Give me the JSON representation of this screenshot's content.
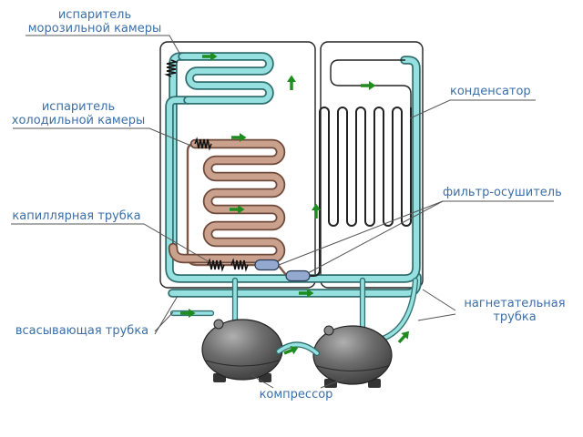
{
  "diagram": {
    "name": "refrigerator-refrigeration-circuit",
    "labels": {
      "freezer_evaporator": {
        "line1": "испаритель",
        "line2": "морозильной камеры"
      },
      "fridge_evaporator": {
        "line1": "испаритель",
        "line2": "холодильной камеры"
      },
      "capillary_tube": "капиллярная трубка",
      "suction_tube": "всасывающая трубка",
      "compressor": "компрессор",
      "condenser": "конденсатор",
      "filter_drier": "фильтр-осушитель",
      "discharge_tube": {
        "line1": "нагнетательная",
        "line2": "трубка"
      }
    },
    "colors": {
      "label_text": "#3b6fa8",
      "evaporator_tube_cyan": "#97e0e0",
      "tube_outline_teal": "#2f6f6f",
      "capillary_brown": "#c9a18c",
      "capillary_outline_brown": "#6f4a3a",
      "flow_arrow_green": "#1f8c1f",
      "line_black": "#222222",
      "compressor_gray": "#707070",
      "filter_drier_fill": "#93a9cf"
    }
  }
}
